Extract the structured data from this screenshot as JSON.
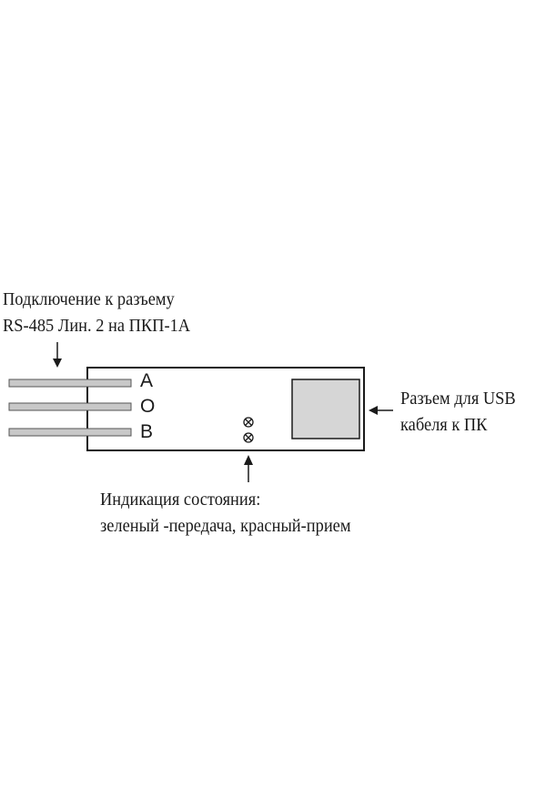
{
  "connection_label": {
    "line1": "Подключение к разъему",
    "line2": "RS-485 Лин. 2 на ПКП-1А"
  },
  "pins": [
    "A",
    "O",
    "B"
  ],
  "usb_label": {
    "line1": "Разъем для USB",
    "line2": "кабеля к ПК"
  },
  "status_label": {
    "line1": "Индикация состояния:",
    "line2": "зеленый -передача, красный-прием"
  },
  "icons": {
    "led": "led-indicator-icon",
    "arrow": "arrow-icon"
  },
  "colors": {
    "line": "#1a1a1a",
    "wire_fill": "#c8c8c8",
    "usb_port_fill": "#d6d6d6"
  }
}
